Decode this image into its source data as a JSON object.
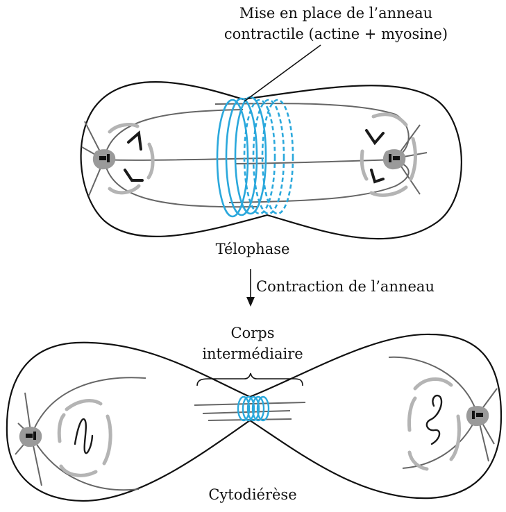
{
  "labels": {
    "ring_setup_line1": "Mise en place de l’anneau",
    "ring_setup_line2": "contractile (actine + myosine)",
    "telophase": "Télophase",
    "ring_contraction": "Contraction de l’anneau",
    "midbody_line1": "Corps",
    "midbody_line2": "intermédiaire",
    "cytokinesis": "Cytodiérèse"
  },
  "colors": {
    "outline": "#111111",
    "microtubule": "#666666",
    "nucleus_fragment": "#b4b4b4",
    "ring": "#2aa8dc",
    "chromosome": "#1a1a1a",
    "centrosome": "#9a9a9a"
  }
}
